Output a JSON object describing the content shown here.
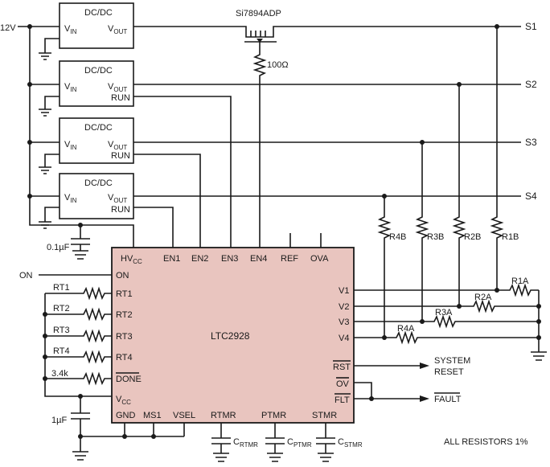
{
  "inputs": {
    "v12": "12V",
    "on": "ON"
  },
  "converters": [
    {
      "title": "DC/DC",
      "vin": "V",
      "vin_sub": "IN",
      "vout": "V",
      "vout_sub": "OUT",
      "run": ""
    },
    {
      "title": "DC/DC",
      "vin": "V",
      "vin_sub": "IN",
      "vout": "V",
      "vout_sub": "OUT",
      "run": "RUN"
    },
    {
      "title": "DC/DC",
      "vin": "V",
      "vin_sub": "IN",
      "vout": "V",
      "vout_sub": "OUT",
      "run": "RUN"
    },
    {
      "title": "DC/DC",
      "vin": "V",
      "vin_sub": "IN",
      "vout": "V",
      "vout_sub": "OUT",
      "run": "RUN"
    }
  ],
  "mosfet": "Si7894ADP",
  "r100": "100Ω",
  "rails": [
    "S1",
    "S2",
    "S3",
    "S4"
  ],
  "divider_top": [
    "R4B",
    "R3B",
    "R2B",
    "R1B"
  ],
  "divider_bottom": [
    "R1A",
    "R2A",
    "R3A",
    "R4A"
  ],
  "cap_hv": "0.1µF",
  "cap_vcc": "1µF",
  "chip": {
    "name": "LTC2928",
    "hv": "HV",
    "hv_sub": "CC",
    "top_pins": [
      "EN1",
      "EN2",
      "EN3",
      "EN4",
      "REF",
      "OVA"
    ],
    "left_pins": [
      "ON",
      "RT1",
      "RT2",
      "RT3",
      "RT4",
      "DONE"
    ],
    "vcc": "V",
    "vcc_sub": "CC",
    "bottom_pins": [
      "GND",
      "MS1",
      "VSEL",
      "RTMR",
      "PTMR",
      "STMR"
    ],
    "right_pins": [
      "V1",
      "V2",
      "V3",
      "V4",
      "RST",
      "OV",
      "FLT"
    ]
  },
  "rt_labels": [
    "RT1",
    "RT2",
    "RT3",
    "RT4",
    "3.4k"
  ],
  "timer_caps": [
    {
      "c": "C",
      "sub": "RTMR"
    },
    {
      "c": "C",
      "sub": "PTMR"
    },
    {
      "c": "C",
      "sub": "STMR"
    }
  ],
  "outputs": {
    "system_reset_1": "SYSTEM",
    "system_reset_2": "RESET",
    "fault": "FAULT"
  },
  "note": "ALL RESISTORS 1%"
}
